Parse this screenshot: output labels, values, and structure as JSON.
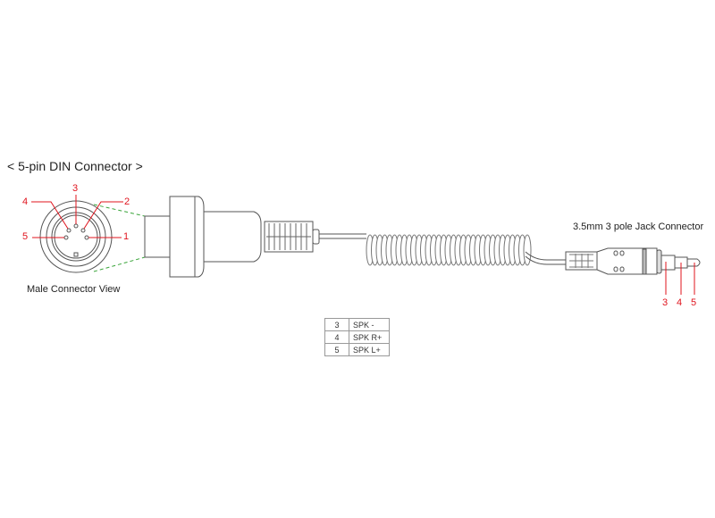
{
  "title": "< 5-pin DIN Connector >",
  "din": {
    "view_label": "Male Connector View",
    "pins": [
      "1",
      "2",
      "3",
      "4",
      "5"
    ]
  },
  "jack": {
    "label": "3.5mm 3 pole Jack Connector",
    "pins": [
      "3",
      "4",
      "5"
    ]
  },
  "table": [
    {
      "pin": "3",
      "signal": "SPK -"
    },
    {
      "pin": "4",
      "signal": "SPK R+"
    },
    {
      "pin": "5",
      "signal": "SPK L+"
    }
  ],
  "colors": {
    "pin_label": "#e0141e",
    "guide": "#3aa53a",
    "line": "#555555"
  }
}
